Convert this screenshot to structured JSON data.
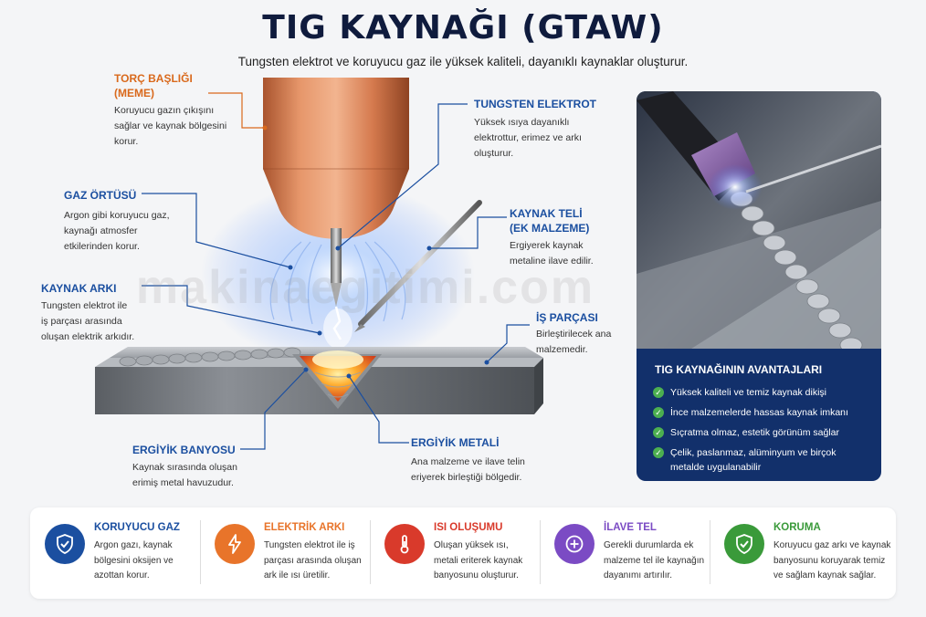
{
  "header": {
    "title": "TIG KAYNAĞI (GTAW)",
    "subtitle": "Tungsten elektrot ve koruyucu gaz ile yüksek kaliteli, dayanıklı kaynaklar oluşturur."
  },
  "labels": {
    "torch": {
      "title_line1": "TORÇ BAŞLIĞI",
      "title_line2": "(MEME)",
      "desc_line1": "Koruyucu gazın çıkışını",
      "desc_line2": "sağlar ve kaynak bölgesini",
      "desc_line3": "korur."
    },
    "gas": {
      "title": "GAZ ÖRTÜSÜ",
      "desc_line1": "Argon gibi koruyucu gaz,",
      "desc_line2": "kaynağı atmosfer",
      "desc_line3": "etkilerinden korur."
    },
    "arc": {
      "title": "KAYNAK ARKI",
      "desc_line1": "Tungsten elektrot ile",
      "desc_line2": "iş parçası arasında",
      "desc_line3": "oluşan elektrik arkıdır."
    },
    "electrode": {
      "title": "TUNGSTEN ELEKTROT",
      "desc_line1": "Yüksek ısıya dayanıklı",
      "desc_line2": "elektrottur, erimez ve arkı",
      "desc_line3": "oluşturur."
    },
    "filler": {
      "title_line1": "KAYNAK TELİ",
      "title_line2": "(EK MALZEME)",
      "desc_line1": "Ergiyerek kaynak",
      "desc_line2": "metaline ilave edilir."
    },
    "workpiece": {
      "title": "İŞ PARÇASI",
      "desc_line1": "Birleştirilecek ana",
      "desc_line2": "malzemedir."
    },
    "pool": {
      "title": "ERGİYİK BANYOSU",
      "desc_line1": "Kaynak sırasında oluşan",
      "desc_line2": "erimiş metal havuzudur."
    },
    "molten": {
      "title": "ERGİYİK METALİ",
      "desc_line1": "Ana malzeme ve ilave telin",
      "desc_line2": "eriyerek birleştiği bölgedir."
    }
  },
  "watermark": "makinaegitimi.com",
  "advantages": {
    "title": "TIG KAYNAĞININ AVANTAJLARI",
    "items": [
      {
        "line1": "Yüksek kaliteli ve temiz kaynak dikişi",
        "line2": ""
      },
      {
        "line1": "İnce malzemelerde hassas kaynak imkanı",
        "line2": ""
      },
      {
        "line1": "Sıçratma olmaz, estetik görünüm sağlar",
        "line2": ""
      },
      {
        "line1": "Çelik, paslanmaz, alüminyum ve birçok",
        "line2": "metalde uygulanabilir"
      }
    ]
  },
  "features": [
    {
      "title": "KORUYUCU GAZ",
      "color": "#1b4fa0",
      "icon": "shield-check-icon",
      "desc_line1": "Argon gazı, kaynak",
      "desc_line2": "bölgesini oksijen ve",
      "desc_line3": "azottan korur."
    },
    {
      "title": "ELEKTRİK ARKI",
      "color": "#e8742a",
      "icon": "lightning-icon",
      "desc_line1": "Tungsten elektrot ile iş",
      "desc_line2": "parçası arasında oluşan",
      "desc_line3": "ark ile ısı üretilir."
    },
    {
      "title": "ISI OLUŞUMU",
      "color": "#d93a2b",
      "icon": "thermometer-icon",
      "desc_line1": "Oluşan yüksek ısı,",
      "desc_line2": "metali eriterek kaynak",
      "desc_line3": "banyosunu oluşturur."
    },
    {
      "title": "İLAVE TEL",
      "color": "#7b4bc4",
      "icon": "plus-circle-icon",
      "desc_line1": "Gerekli durumlarda ek",
      "desc_line2": "malzeme tel ile kaynağın",
      "desc_line3": "dayanımı artırılır."
    },
    {
      "title": "KORUMA",
      "color": "#3a9a3a",
      "icon": "shield-check-icon",
      "desc_line1": "Koruyucu gaz arkı ve kaynak",
      "desc_line2": "banyosunu koruyarak temiz",
      "desc_line3": "ve sağlam kaynak sağlar."
    }
  ]
}
